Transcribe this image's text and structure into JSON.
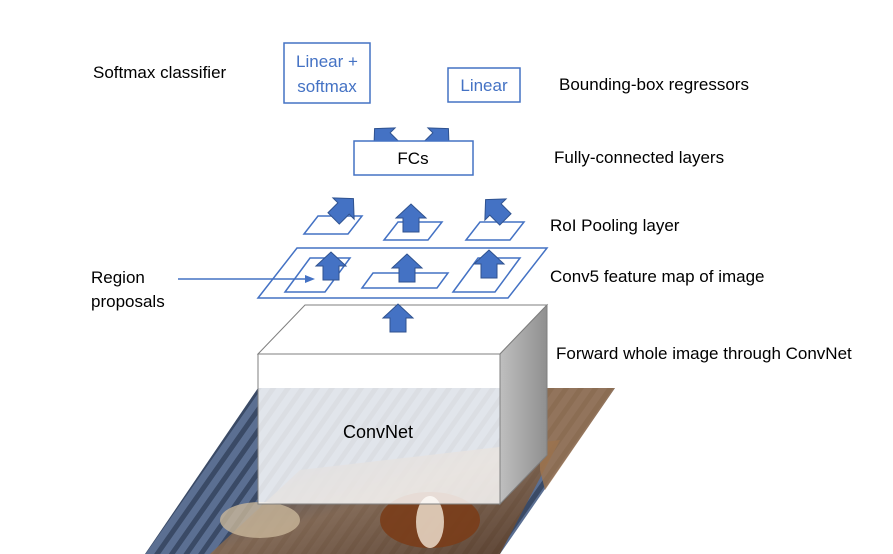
{
  "diagram": {
    "labels": {
      "softmax_classifier": "Softmax classifier",
      "bbox_regressors": "Bounding-box regressors",
      "fc_layers": "Fully-connected layers",
      "roi_pooling": "RoI Pooling layer",
      "conv5": "Conv5 feature map of image",
      "forward": "Forward whole image through ConvNet",
      "region_proposals_line1": "Region",
      "region_proposals_line2": "proposals"
    },
    "boxes": {
      "linear_softmax_line1": "Linear +",
      "linear_softmax_line2": "softmax",
      "linear": "Linear",
      "fcs": "FCs",
      "convnet": "ConvNet"
    },
    "colors": {
      "accent": "#4472c4",
      "arrow_fill": "#4472c4",
      "arrow_stroke": "#2f528f",
      "box_border": "#4472c4"
    }
  }
}
